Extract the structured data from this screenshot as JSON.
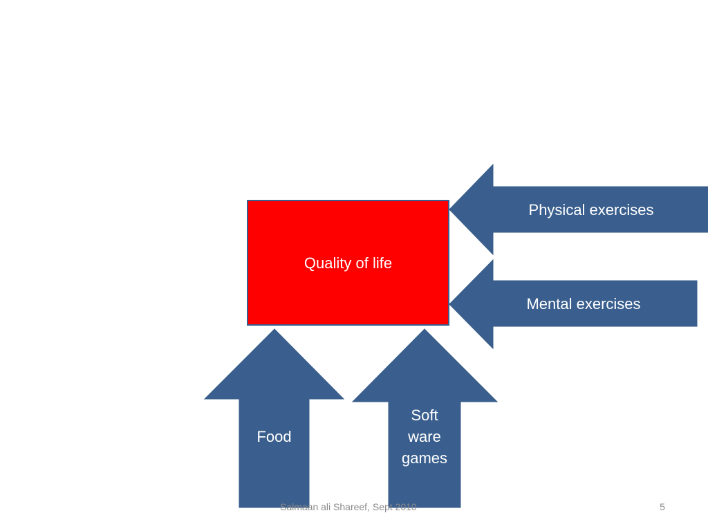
{
  "diagram": {
    "center": {
      "label": "Quality of life"
    },
    "arrows": [
      {
        "id": "physical",
        "label": "Physical exercises"
      },
      {
        "id": "mental",
        "label": "Mental exercises"
      },
      {
        "id": "food",
        "label": "Food"
      },
      {
        "id": "software",
        "label": "Soft\nware\ngames"
      }
    ]
  },
  "footer": {
    "author": "Salmaan ali Shareef, Sept 2010",
    "page_number": "5"
  },
  "colors": {
    "center_fill": "#ff0000",
    "arrow_fill": "#3a5f8e",
    "shape_border": "#385d8a",
    "label_text": "#ffffff",
    "footer_text": "#8a8a8a"
  }
}
